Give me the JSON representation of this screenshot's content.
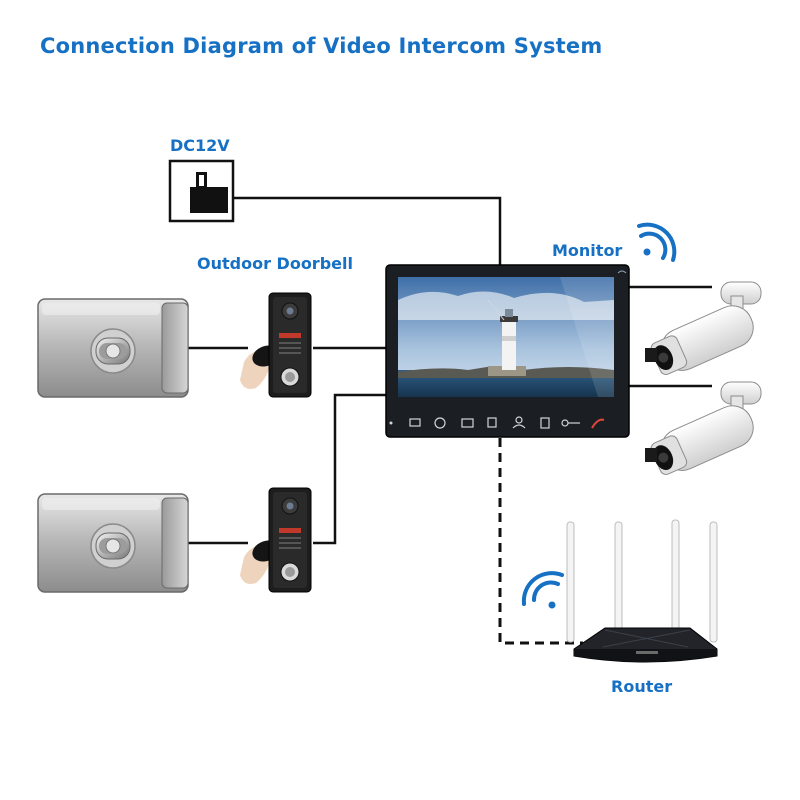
{
  "diagram": {
    "title": "Connection Diagram of Video Intercom System",
    "labels": {
      "power": "DC12V",
      "doorbell": "Outdoor Doorbell",
      "monitor": "Monitor",
      "router": "Router"
    },
    "icons": [
      "power-socket-icon",
      "electric-lock-icon",
      "doorbell-icon",
      "rfid-keyfob-icon",
      "monitor-icon",
      "cctv-camera-icon",
      "wifi-icon",
      "router-icon"
    ],
    "colors": {
      "accent": "#1670c4",
      "wire": "#111111"
    }
  }
}
